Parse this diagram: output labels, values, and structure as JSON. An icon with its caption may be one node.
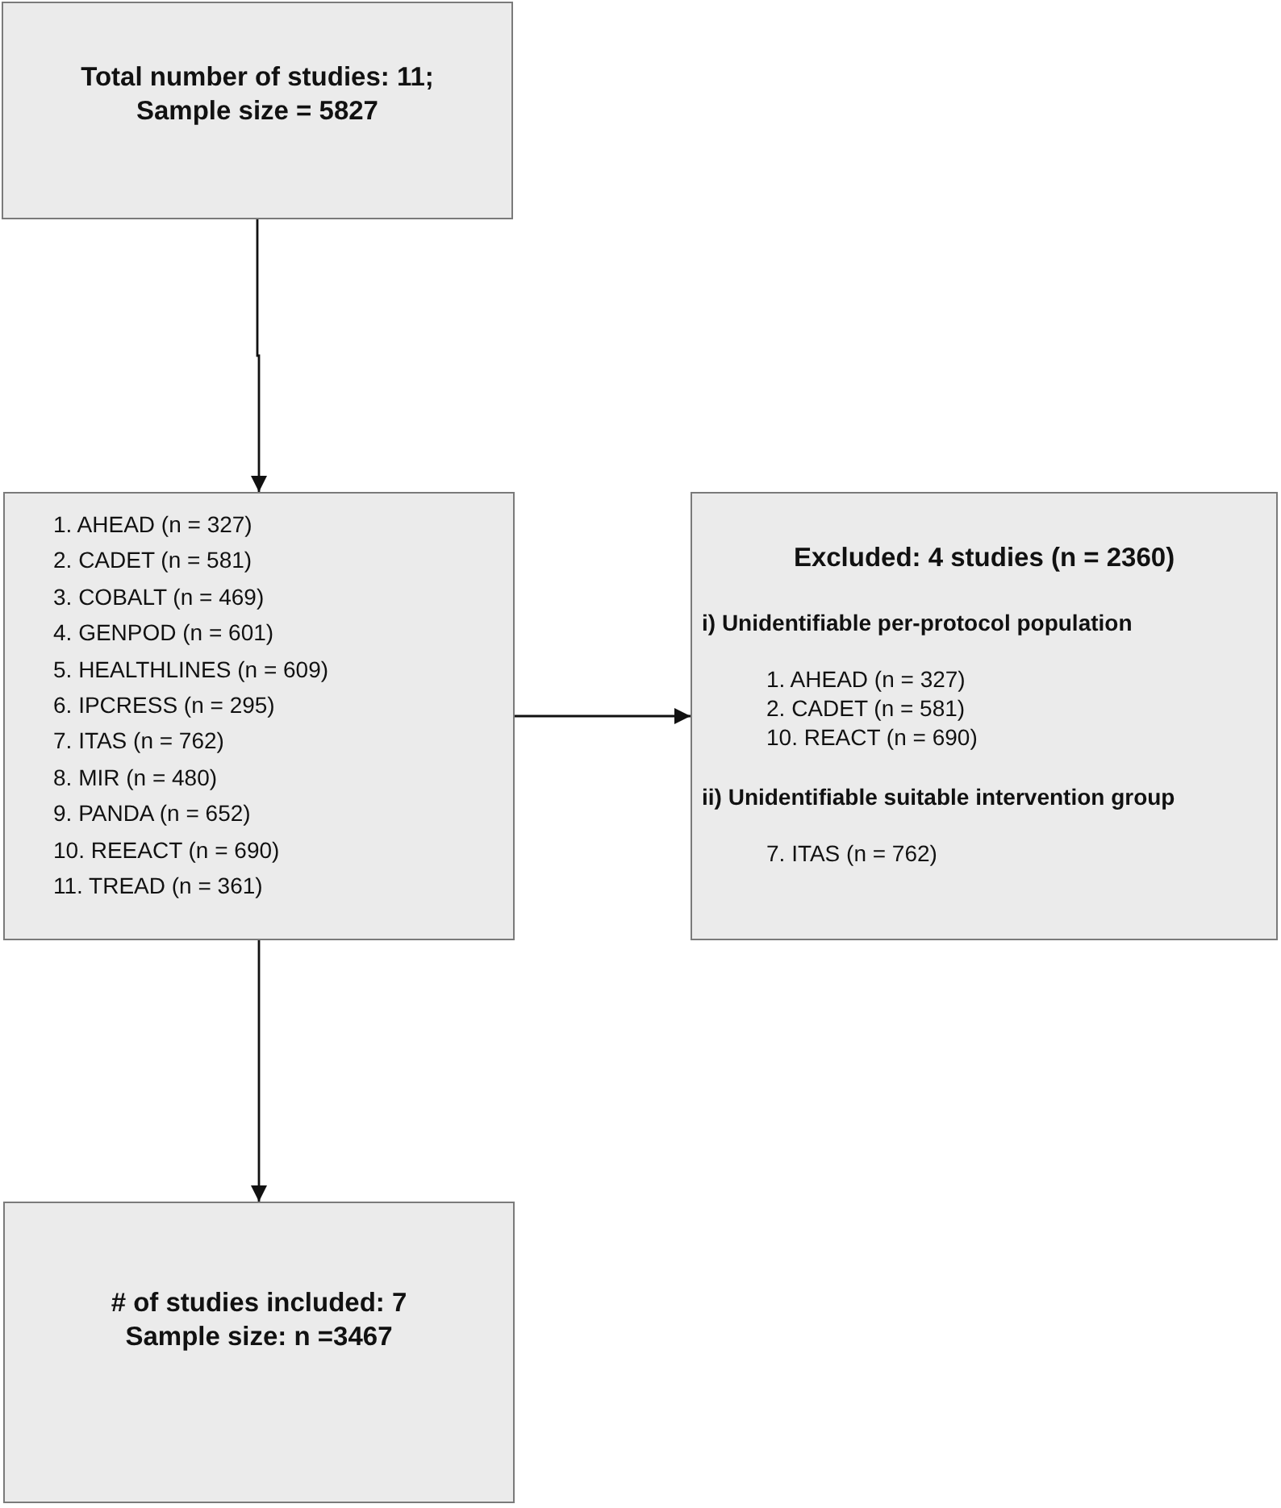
{
  "diagram": {
    "nodes": [
      {
        "text": [
          "Total number of studies: 11; Sample size = 5827"
        ]
      },
      {
        "text": [
          "1. AHEAD (n = 327)",
          "2. CADET (n = 581)",
          "3. COBALT (n = 469)",
          "4. GENPOD (n = 601)",
          "5. HEALTHLINES (n = 609)",
          "6. IPCRESS (n = 295)",
          "7. ITAS (n = 762)",
          "8. MIR (n = 480)",
          "9. PANDA (n = 652)",
          "10. REEACT (n = 690)",
          "11. TREAD (n = 361)"
        ]
      },
      {
        "text": [
          "Excluded: 4 studies (n = 2360)",
          "i) Unidentifiable per-protocol population",
          "1. AHEAD (n = 327)",
          "2. CADET (n = 581)",
          "10. REACT (n = 690)",
          "ii) Unidentifiable suitable intervention group",
          "7. ITAS (n = 762)"
        ]
      },
      {
        "text": [
          "# of studies included: 7",
          "Sample size: n =3467"
        ]
      }
    ],
    "edges": [
      {
        "from": 0,
        "to": 1,
        "arrow": "to"
      },
      {
        "from": 1,
        "to": 2,
        "arrow": "to"
      },
      {
        "from": 1,
        "to": 3,
        "arrow": "to"
      }
    ]
  }
}
